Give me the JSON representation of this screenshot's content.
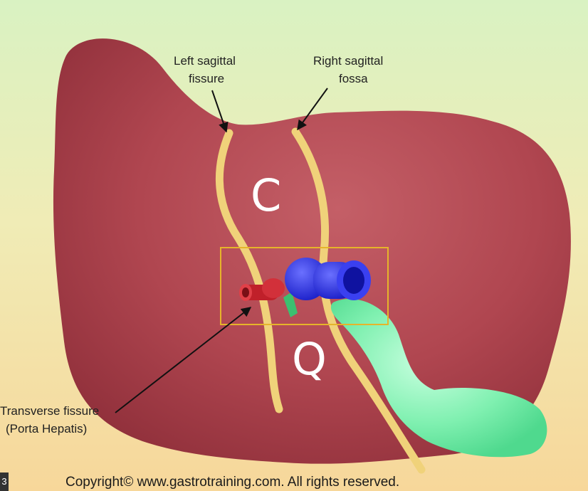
{
  "labels": {
    "left_sagittal_line1": "Left sagittal",
    "left_sagittal_line2": "fissure",
    "right_sagittal_line1": "Right sagittal",
    "right_sagittal_line2": "fossa",
    "transverse_line1": "Transverse fissure",
    "transverse_line2": "(Porta Hepatis)",
    "lobe_c": "C",
    "lobe_q": "Q"
  },
  "copyright": "Copyright© www.gastrotraining.com. All rights reserved.",
  "corner_mark": "3",
  "colors": {
    "liver": "#b34a55",
    "fissure": "#f0d27a",
    "highlight_box": "#e6b42a",
    "portal_vein": "#2a2ee0",
    "hepatic_artery": "#c0202a",
    "bile_duct": "#3cc070",
    "gallbladder": "#7ff0b0"
  }
}
